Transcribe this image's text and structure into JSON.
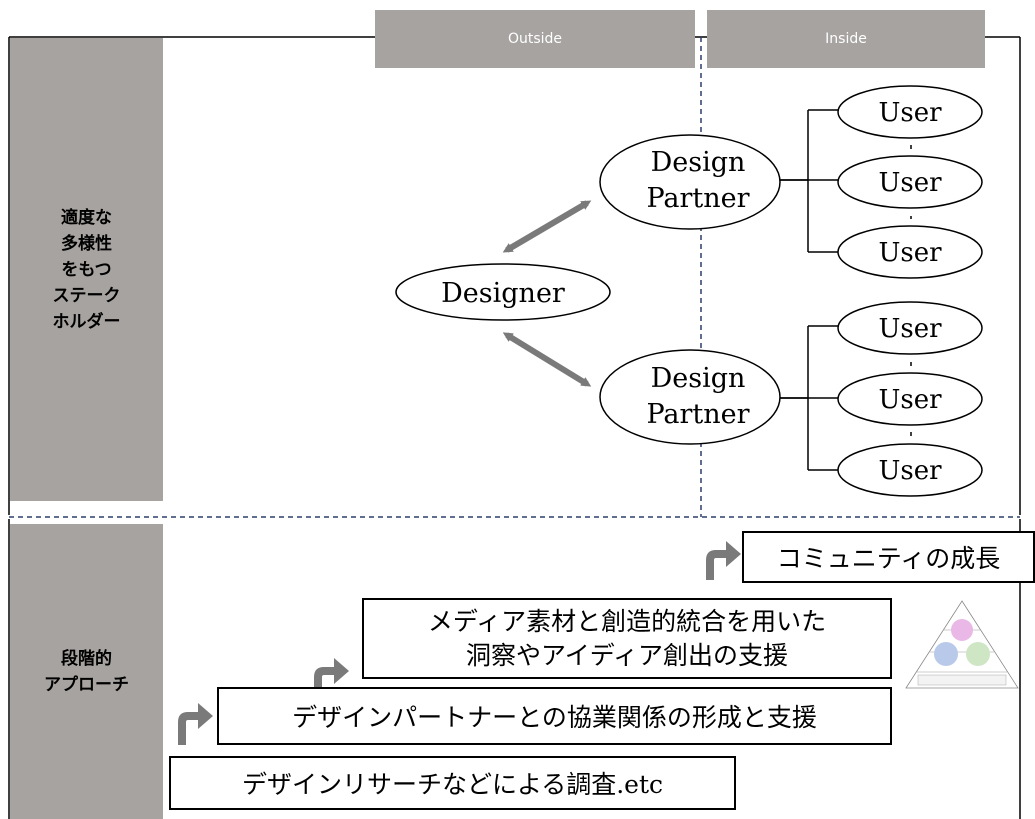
{
  "columns": {
    "outside": "Outside",
    "inside": "Inside"
  },
  "rows": {
    "stakeholders": "適度な\n多様性\nをもつ\nステーク\nホルダー",
    "approach": "段階的\nアプローチ"
  },
  "nodes": {
    "designer": "Designer",
    "partner_line1": "Design",
    "partner_line2": "Partner",
    "user": "User"
  },
  "stages": [
    "デザインリサーチなどによる調査.etc",
    "デザインパートナーとの協業関係の形成と支援",
    "メディア素材と創造的統合を用いた\n洞察やアイディア創出の支援",
    "コミュニティの成長"
  ],
  "colors": {
    "label_bg": "#a7a3a0",
    "arrow": "#777777",
    "divider": "#2b3f6b"
  },
  "icons": [
    "up-right-arrow-icon",
    "double-headed-arrow-icon",
    "pyramid-thumbnail-icon"
  ]
}
